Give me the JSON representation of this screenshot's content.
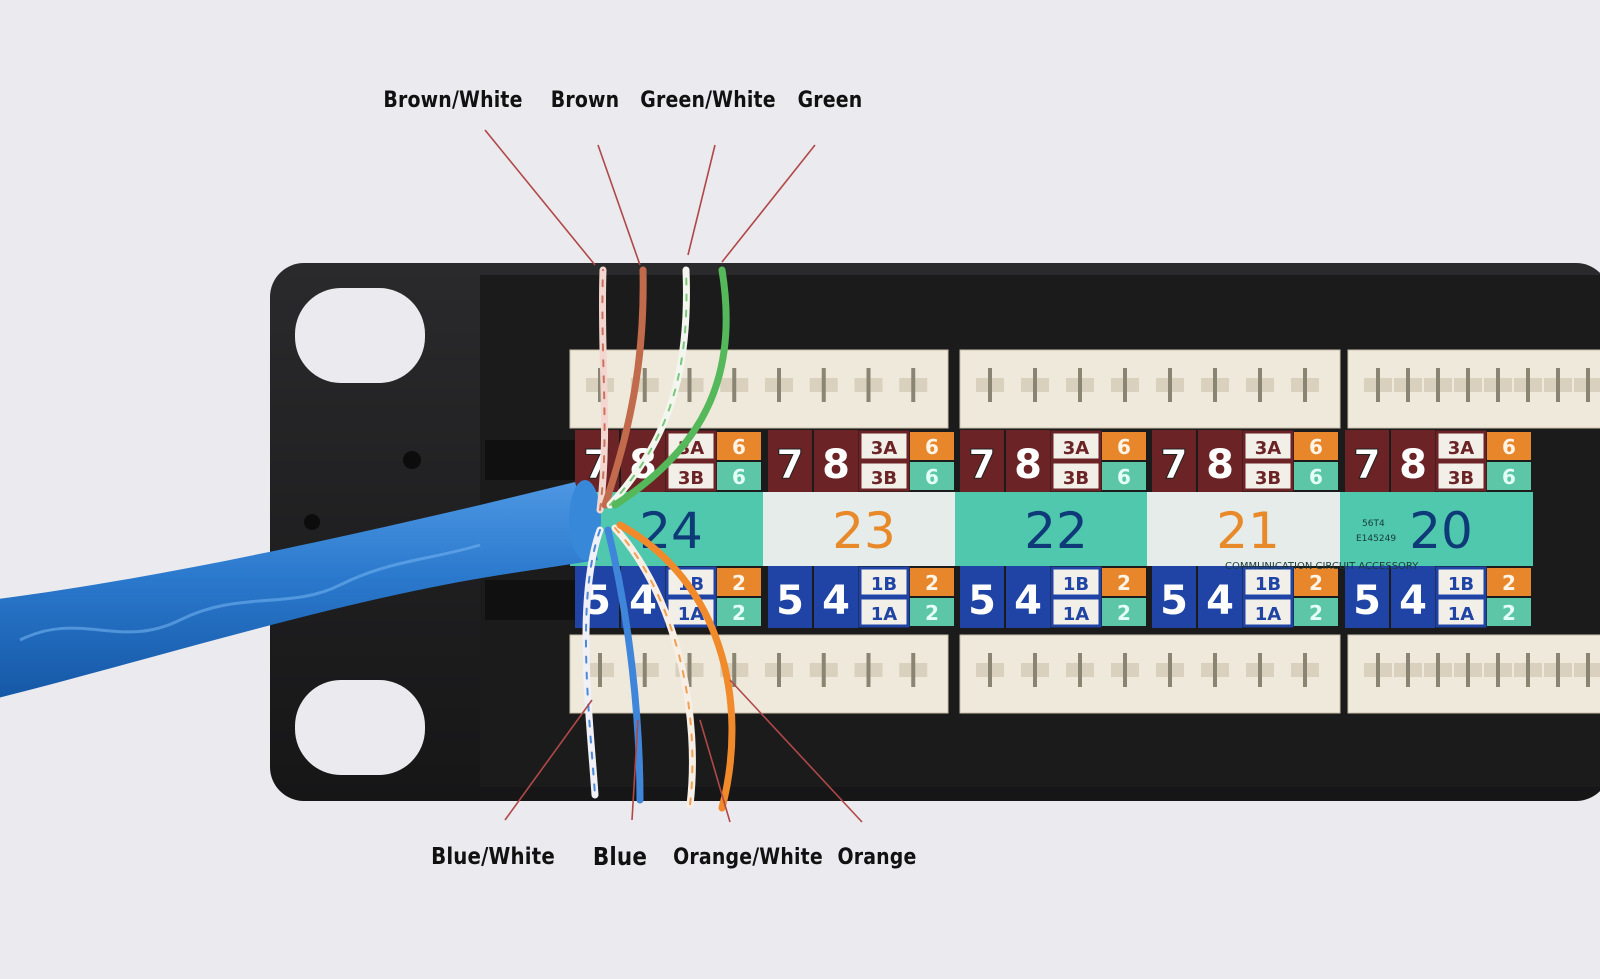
{
  "wire_labels": {
    "top": [
      "Brown/White",
      "Brown",
      "Green/White",
      "Green"
    ],
    "bottom": [
      "Blue/White",
      "Blue",
      "Orange/White",
      "Orange"
    ]
  },
  "ports": [
    {
      "number": "24",
      "band_color": "#4fc8ad",
      "number_color": "#0f3a78"
    },
    {
      "number": "23",
      "band_color": "#e6ecea",
      "number_color": "#e8892a"
    },
    {
      "number": "22",
      "band_color": "#4fc8ad",
      "number_color": "#0f3a78"
    },
    {
      "number": "21",
      "band_color": "#e6ecea",
      "number_color": "#e8892a"
    },
    {
      "number": "20",
      "band_color": "#4fc8ad",
      "number_color": "#0f3a78"
    }
  ],
  "top_pins": {
    "a": "7",
    "b": "8",
    "c": "3A",
    "d": "3B",
    "e": "6",
    "f": "6"
  },
  "bottom_pins": {
    "a": "5",
    "b": "4",
    "c": "1B",
    "d": "1A",
    "e": "2",
    "f": "2"
  },
  "panel_print": [
    "56T4",
    "E145249",
    "COMMUNICATION CIRCUIT ACCESSORY"
  ],
  "colors": {
    "cable": "#2a78cc",
    "panel": "#1e1e20",
    "brown_pin": "#6b2326",
    "orange_pin": "#e8862c",
    "blue_pin": "#1f44a6",
    "label_line": "#b04848"
  }
}
